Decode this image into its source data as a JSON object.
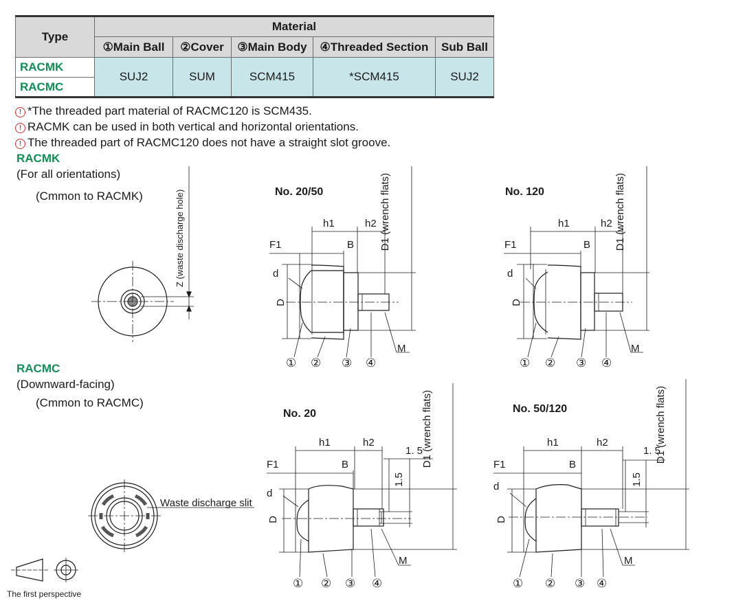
{
  "table": {
    "type_header": "Type",
    "material_header": "Material",
    "columns": [
      "①Main Ball",
      "②Cover",
      "③Main Body",
      "④Threaded Section",
      "Sub Ball"
    ],
    "types": [
      "RACMK",
      "RACMC"
    ],
    "values": [
      "SUJ2",
      "SUM",
      "SCM415",
      "*SCM415",
      "SUJ2"
    ]
  },
  "notes": [
    "*The threaded part material of RACMC120 is SCM435.",
    "RACMK can be used in both vertical and horizontal orientations.",
    "The threaded part of RACMC120 does not have a straight slot groove."
  ],
  "racmk": {
    "name": "RACMK",
    "orientation": "(For all orientations)",
    "common": "(Cmmon to RACMK)",
    "z_label": "Z (waste discharge hole)"
  },
  "racmc": {
    "name": "RACMC",
    "orientation": "(Downward-facing)",
    "common": "(Cmmon to RACMC)",
    "slit_label": "Waste discharge slit"
  },
  "diagrams": {
    "mk_small": "No. 20/50",
    "mk_large": "No. 120",
    "mc_small": "No. 20",
    "mc_large": "No. 50/120"
  },
  "dims": {
    "h1": "h1",
    "h2": "h2",
    "F1": "F1",
    "B": "B",
    "d": "d",
    "D": "D",
    "M": "M",
    "D1": "D1 (wrench flats)",
    "one_five_h": "1. 5",
    "one_five_v": "1.5"
  },
  "parts": [
    "①",
    "②",
    "③",
    "④"
  ],
  "footer": "The first perspective"
}
